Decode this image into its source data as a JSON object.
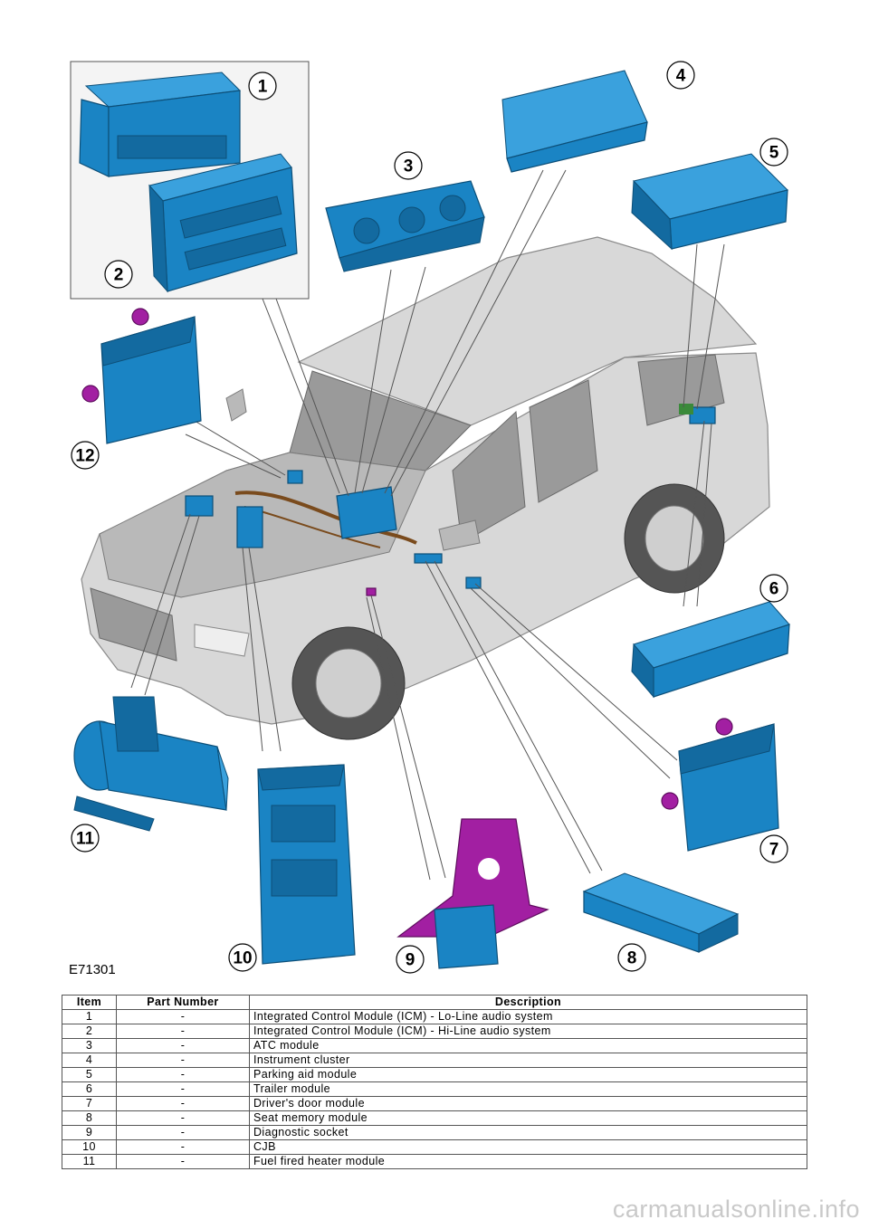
{
  "figure": {
    "reference": "E71301",
    "callouts": [
      "1",
      "2",
      "3",
      "4",
      "5",
      "6",
      "7",
      "8",
      "9",
      "10",
      "11",
      "12"
    ]
  },
  "table": {
    "headers": {
      "item": "Item",
      "part_number": "Part Number",
      "description": "Description"
    },
    "rows": [
      {
        "item": "1",
        "part": "-",
        "desc": "Integrated Control Module (ICM) - Lo-Line audio system"
      },
      {
        "item": "2",
        "part": "-",
        "desc": "Integrated Control Module (ICM) - Hi-Line audio system"
      },
      {
        "item": "3",
        "part": "-",
        "desc": "ATC module"
      },
      {
        "item": "4",
        "part": "-",
        "desc": "Instrument cluster"
      },
      {
        "item": "5",
        "part": "-",
        "desc": "Parking aid module"
      },
      {
        "item": "6",
        "part": "-",
        "desc": "Trailer module"
      },
      {
        "item": "7",
        "part": "-",
        "desc": "Driver's door module"
      },
      {
        "item": "8",
        "part": "-",
        "desc": "Seat memory module"
      },
      {
        "item": "9",
        "part": "-",
        "desc": "Diagnostic socket"
      },
      {
        "item": "10",
        "part": "-",
        "desc": "CJB"
      },
      {
        "item": "11",
        "part": "-",
        "desc": "Fuel fired heater module"
      }
    ]
  },
  "watermark": "carmanualsonline.info",
  "colors": {
    "module": "#1a84c4",
    "socket_bracket": "#a21fa2",
    "vehicle": "#d8d8d8"
  }
}
